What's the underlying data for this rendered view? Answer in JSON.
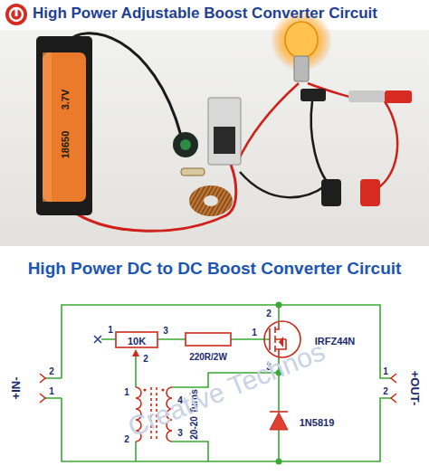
{
  "diagram": {
    "title": "High Power Adjustable Boost Converter Circuit",
    "labels": [
      "3.7V",
      "18650",
      "High Power DC to DC Boost Converter Circuit",
      "10K",
      "1",
      "2",
      "3",
      "220R/2W",
      "1",
      "2",
      "3",
      "IRFZ44N",
      "+IN-",
      "2",
      "1",
      "1",
      "2",
      "4",
      "3",
      "20-20 Turns",
      "1N5819",
      "+OUT-",
      "1",
      "2",
      "Creative Technos"
    ]
  }
}
